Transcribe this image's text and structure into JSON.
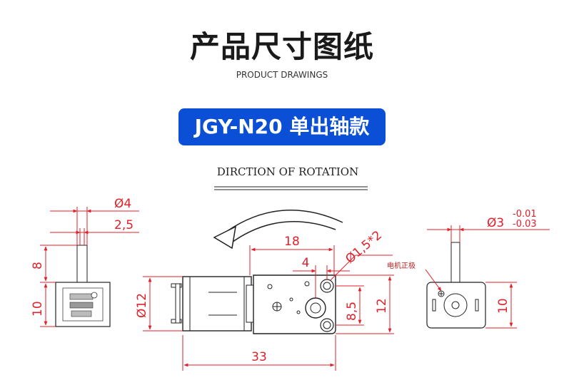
{
  "header": {
    "title": "产品尺寸图纸",
    "subtitle": "PRODUCT DRAWINGS"
  },
  "model_badge": "JGY-N20 单出轴款",
  "rotation_caption": "DIRCTION OF ROTATION",
  "left_view": {
    "dim_shaft_dia": "Ø4",
    "dim_flat": "2,5",
    "dim_shaft_len": "8",
    "dim_body_h": "10"
  },
  "front_view": {
    "dim_length": "33",
    "dim_gear_len": "18",
    "dim_offset": "4",
    "dim_holes": "Ø1,5*2",
    "dim_hole_spacing": "8,5",
    "dim_height": "12",
    "dim_motor_dia": "Ø12"
  },
  "right_view": {
    "dim_shaft_dia": "Ø3",
    "tol_upper": "-0.01",
    "tol_lower": "-0.03",
    "dim_height": "10",
    "positive_label": "电机正极"
  },
  "colors": {
    "dimension": "#e0202a",
    "outline": "#222222",
    "badge": "#0a4fd6"
  }
}
